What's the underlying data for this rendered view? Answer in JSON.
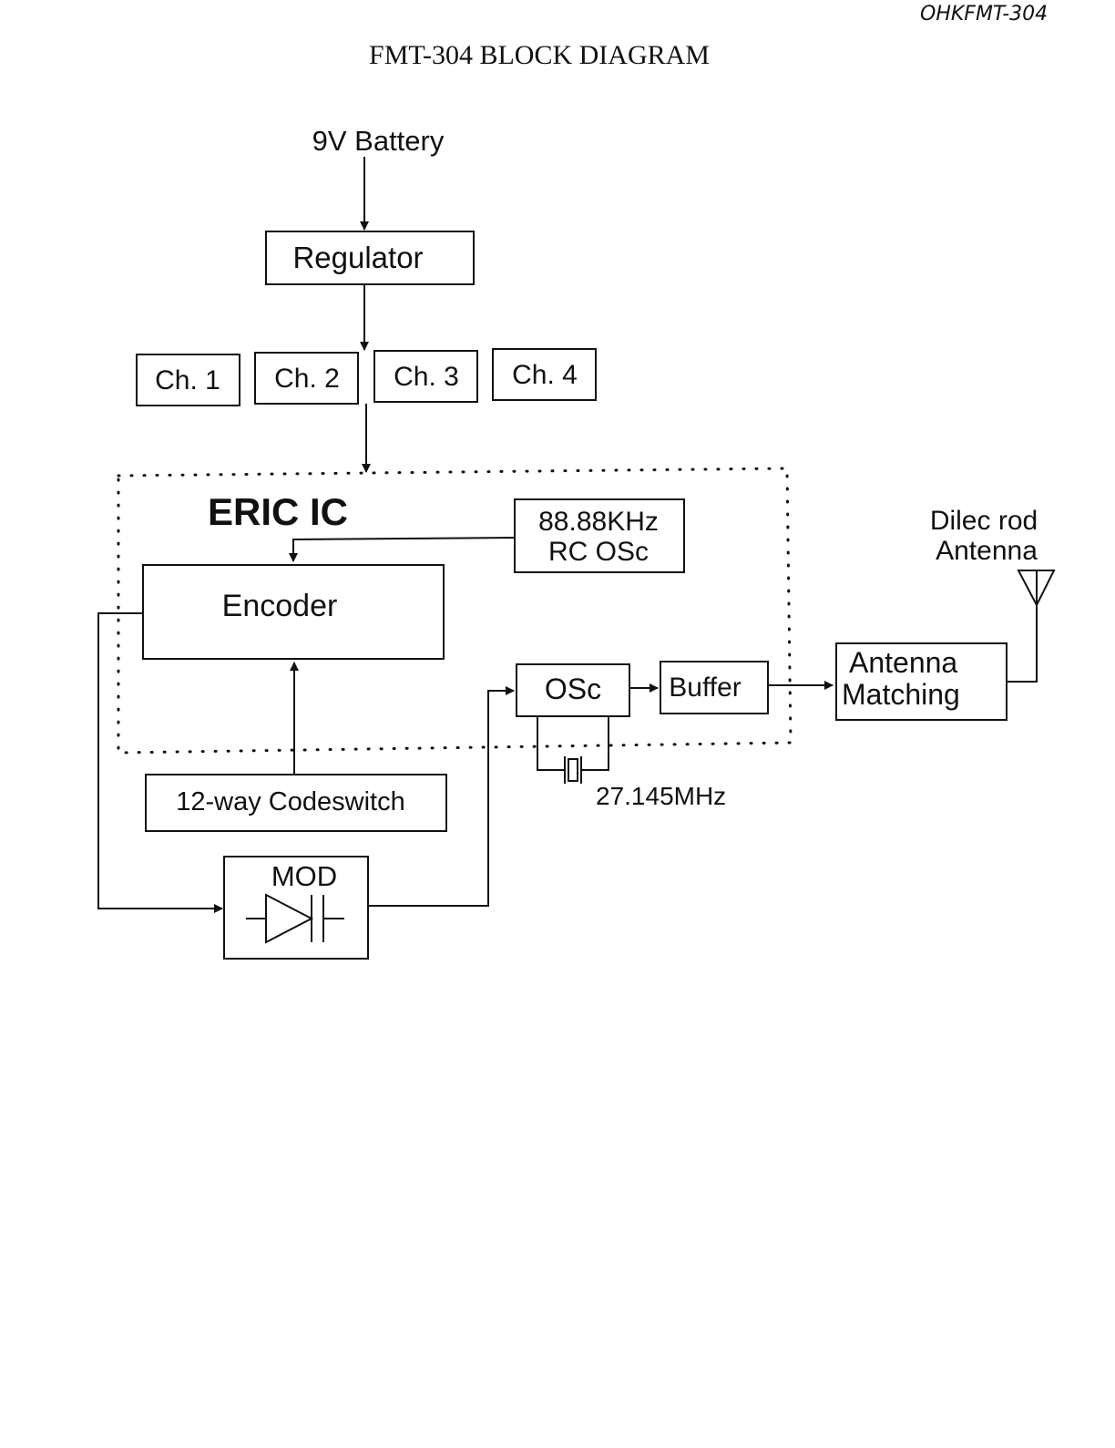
{
  "doc_code": "OHKFMT-304",
  "title": "FMT-304 BLOCK DIAGRAM",
  "battery": "9V Battery",
  "regulator": "Regulator",
  "channels": [
    "Ch. 1",
    "Ch. 2",
    "Ch. 3",
    "Ch. 4"
  ],
  "ic": {
    "label": "ERIC IC",
    "rc_osc_line1": "88.88KHz",
    "rc_osc_line2": "RC OSc",
    "encoder": "Encoder",
    "osc": "OSc",
    "buffer": "Buffer"
  },
  "codeswitch": "12-way Codeswitch",
  "mod": "MOD",
  "crystal": "27.145MHz",
  "antenna_matching_line1": "Antenna",
  "antenna_matching_line2": "Matching",
  "antenna_line1": "Dilec rod",
  "antenna_line2": "Antenna"
}
